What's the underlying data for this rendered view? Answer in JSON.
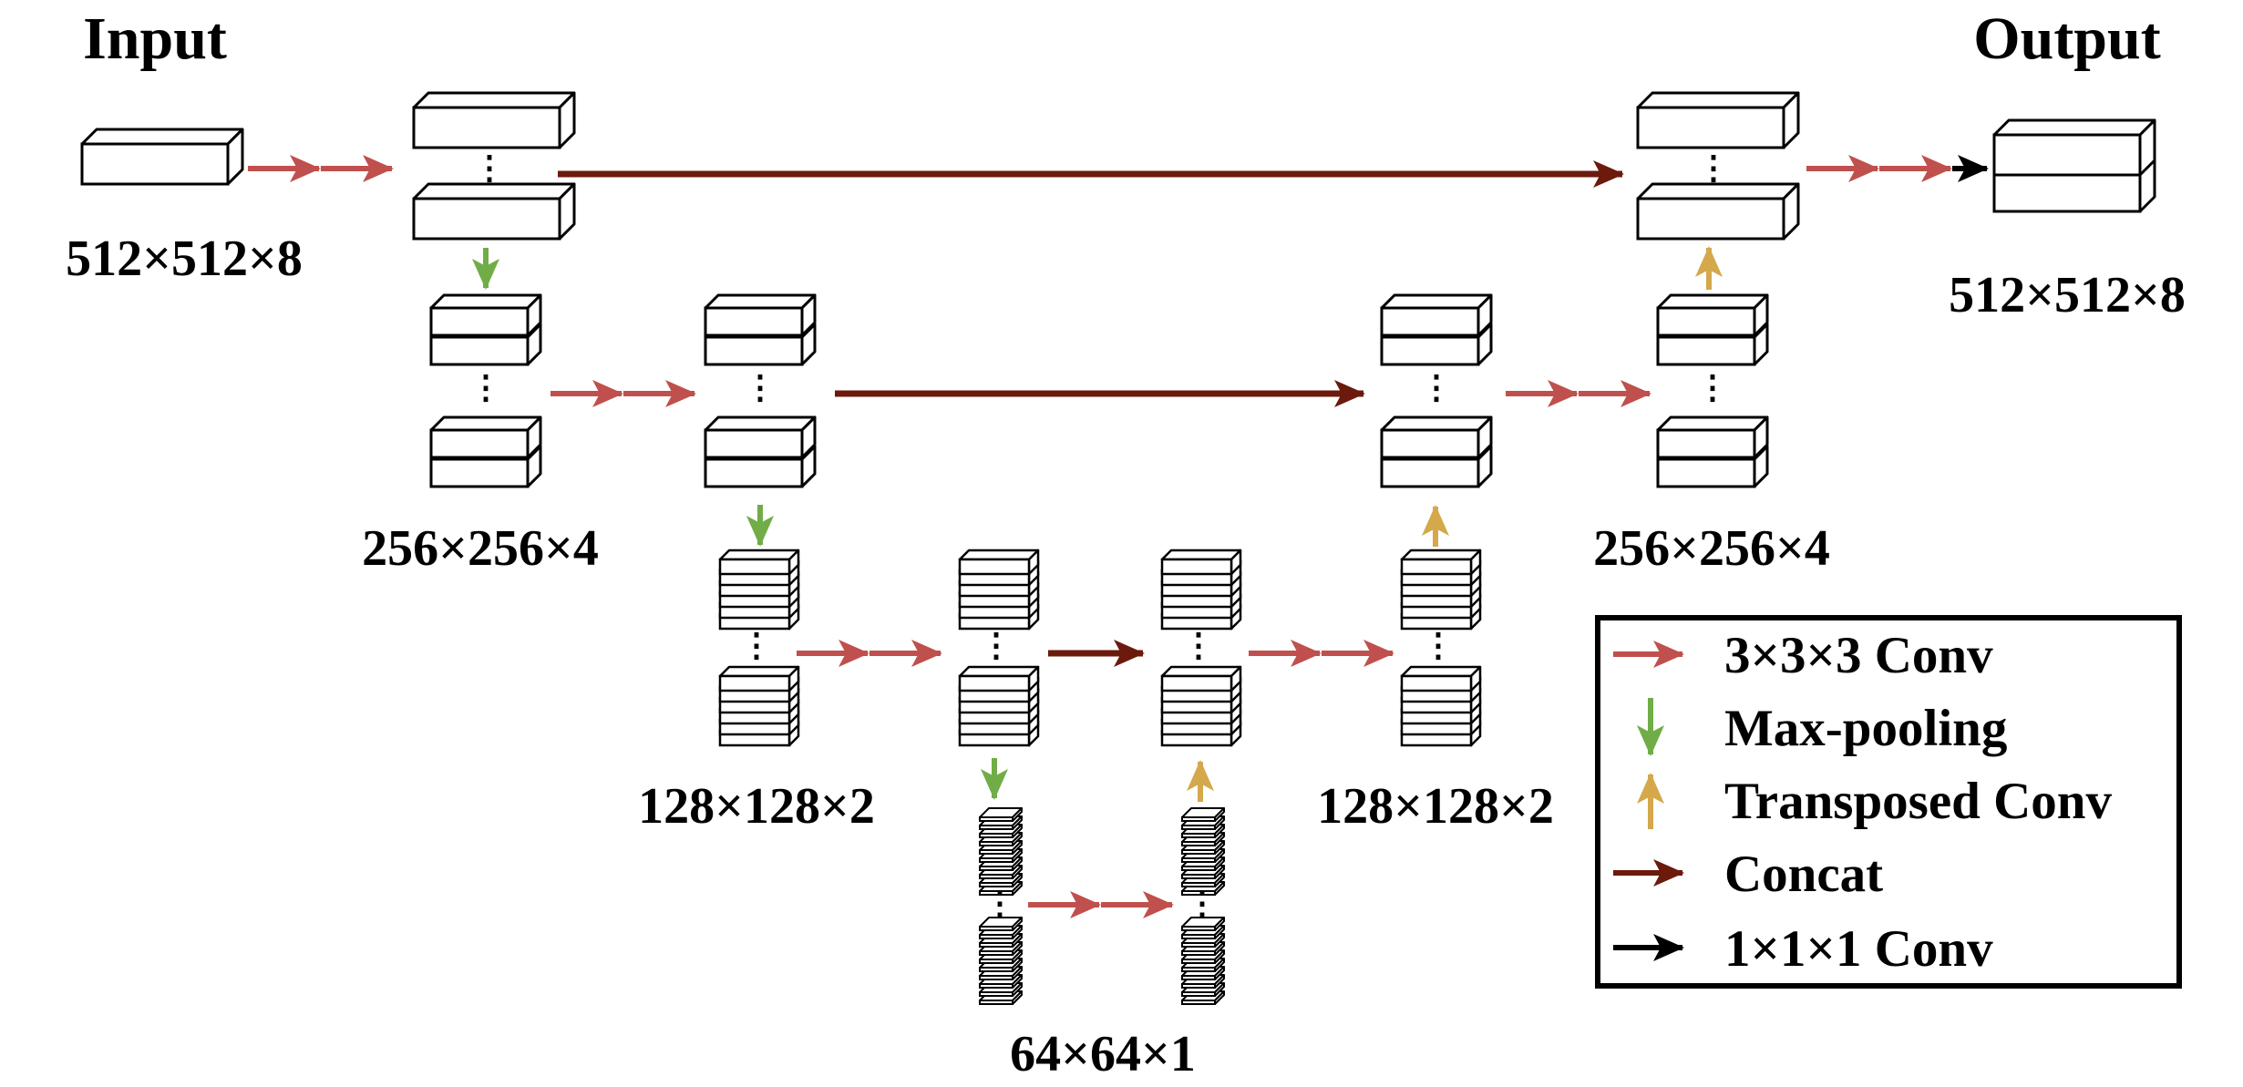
{
  "titles": {
    "input": "Input",
    "output": "Output"
  },
  "dims": {
    "input": "512×512×8",
    "level2_left": "256×256×4",
    "level3_left": "128×128×2",
    "bottom": "64×64×1",
    "level3_right": "128×128×2",
    "level2_right": "256×256×4",
    "output": "512×512×8"
  },
  "legend": {
    "items": [
      {
        "label": "3×3×3 Conv",
        "color": "#C0504D",
        "direction": "right"
      },
      {
        "label": "Max-pooling",
        "color": "#70AD47",
        "direction": "down"
      },
      {
        "label": "Transposed Conv",
        "color": "#D4A84B",
        "direction": "up"
      },
      {
        "label": "Concat",
        "color": "#6B1A0C",
        "direction": "right"
      },
      {
        "label": "1×1×1 Conv",
        "color": "#000000",
        "direction": "right"
      }
    ]
  },
  "colors": {
    "conv": "#C0504D",
    "pool": "#70AD47",
    "up": "#D4A84B",
    "concat": "#6B1A0C",
    "final": "#000000"
  }
}
